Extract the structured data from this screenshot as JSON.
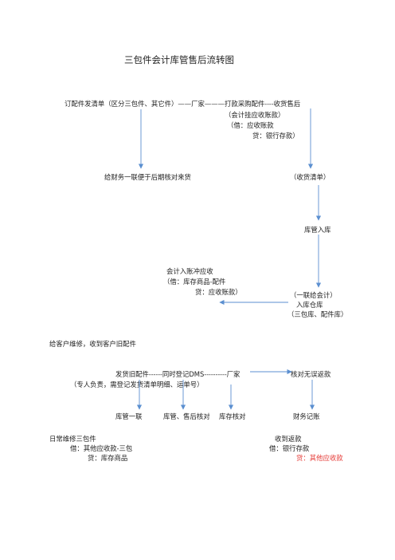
{
  "title": "三包件会计库管售后流转图",
  "section1": {
    "order_line": "订配件发清单（区分三包件、其它件）——厂家———打款采购配件----收货售后",
    "entry_line1": "（会计挂应收账款）",
    "entry_line2": "（借：应收账款",
    "entry_line3": "贷：银行存款）",
    "finance_note": "给财务一联便于后期核对来货",
    "receipt_note": "（收货清单）",
    "warehouse_in": "库管入库",
    "offset_line1": "会计入账冲应收",
    "offset_line2": "（借：库存商品-配件",
    "offset_line3": "贷：应收账款）",
    "copy_line1": "（一联给会计）",
    "copy_line2": "入库仓库",
    "copy_line3": "（三包库、配件库）"
  },
  "section2": {
    "repair_note": "给客户维修，收到客户旧配件",
    "ship_prefix": "发货旧配件------同时登记",
    "ship_dms": "DMS",
    "ship_suffix": "----------厂家",
    "refund_check": "核对无误返款",
    "responsible_note": "（专人负责，需登记发货清单明细、运单号）",
    "label_warehouse_copy": "库管一联",
    "label_warehouse_service": "库管、售后核对",
    "label_inventory_check": "库存核对",
    "label_finance_post": "财务记账"
  },
  "section3": {
    "daily_repair": "日常维修三包件",
    "daily_debit": "借：其他应收款-三包",
    "daily_credit": "贷：库存商品",
    "refund_received": "收到返款",
    "refund_debit": "借：银行存款",
    "refund_credit": "贷：其他应收款"
  },
  "colors": {
    "text": "#222222",
    "arrow": "#5b8fd0",
    "highlight": "#e53935"
  }
}
